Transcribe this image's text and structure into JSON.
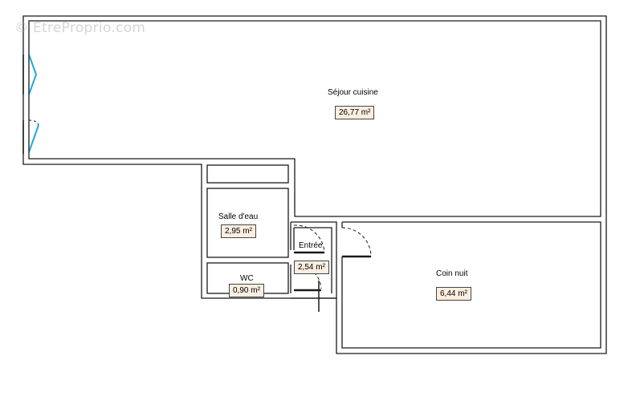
{
  "watermark": "© EtreProprio.com",
  "colors": {
    "wall": "#1a1a1a",
    "window": "#1fa8e0",
    "area_fill": "#fbeee0"
  },
  "rooms": [
    {
      "name": "Séjour cuisine",
      "area": "26,77 m²"
    },
    {
      "name": "Salle d'eau",
      "area": "2,95 m²"
    },
    {
      "name": "Entrée",
      "area": "2,54 m²"
    },
    {
      "name": "WC",
      "area": "0,90 m²"
    },
    {
      "name": "Coin nuit",
      "area": "6,44 m²"
    }
  ]
}
